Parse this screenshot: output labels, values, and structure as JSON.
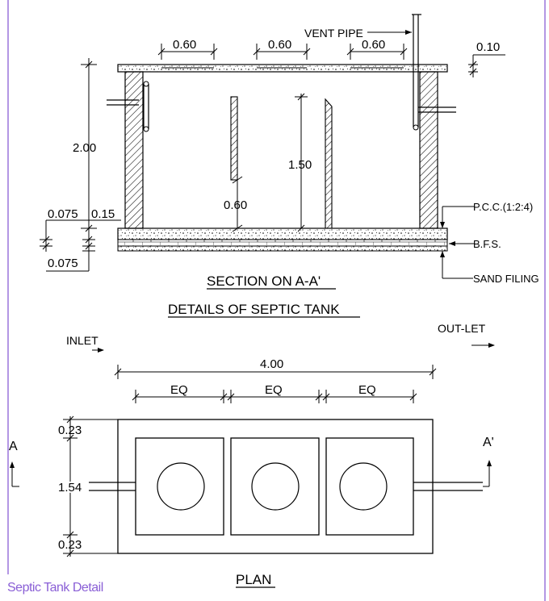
{
  "section": {
    "vent_pipe": "VENT PIPE",
    "top_dims": [
      "0.60",
      "0.60",
      "0.60"
    ],
    "slab_thickness": "0.10",
    "height": "2.00",
    "baffle_gap": "0.60",
    "baffle_height": "1.50",
    "wall_offset": "0.075",
    "wall_thickness": "0.15",
    "base_offset": "0.075",
    "pcc_label": "P.C.C.(1:2:4)",
    "bfs_label": "B.F.S.",
    "sand_label": "SAND FILING",
    "title": "SECTION ON A-A'",
    "subtitle": "DETAILS OF SEPTIC TANK"
  },
  "plan": {
    "inlet": "INLET",
    "outlet": "OUT-LET",
    "overall_length": "4.00",
    "chambers": [
      "EQ",
      "EQ",
      "EQ"
    ],
    "wall_top": "0.23",
    "inner_width": "1.54",
    "wall_bottom": "0.23",
    "section_mark_left": "A",
    "section_mark_right": "A'",
    "title": "PLAN"
  },
  "caption": "Septic Tank Detail",
  "colors": {
    "line": "#000000",
    "frame": "#8a5fd6",
    "caption": "#8a5fd6"
  }
}
